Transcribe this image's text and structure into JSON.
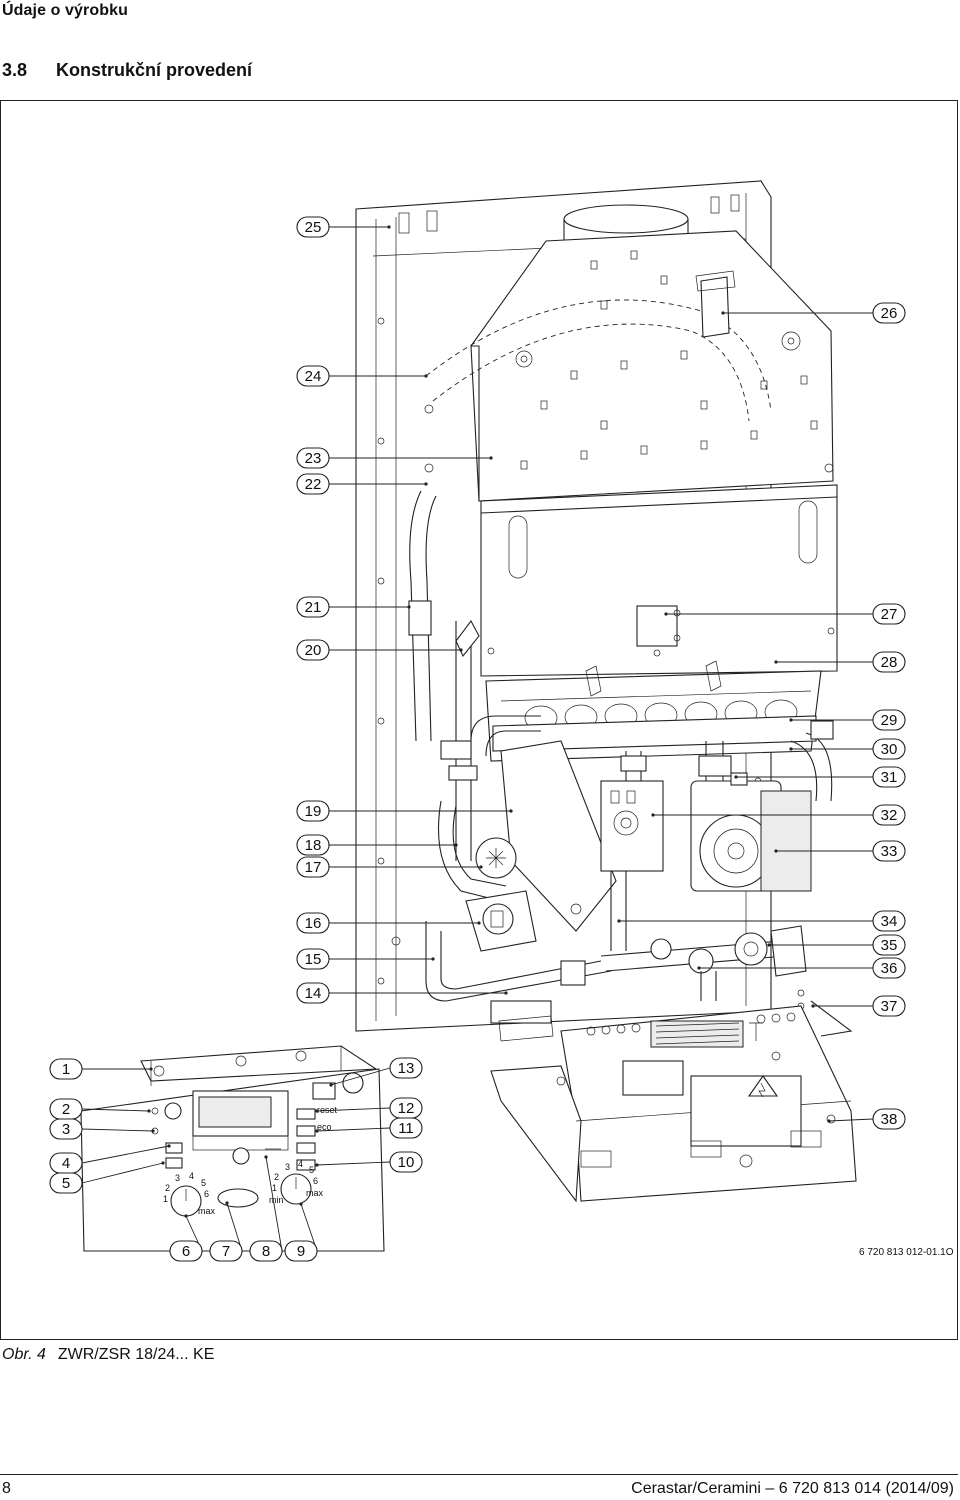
{
  "header": {
    "running_head": "Údaje o výrobku"
  },
  "section": {
    "number": "3.8",
    "title": "Konstrukční provedení"
  },
  "figure": {
    "code": "6 720 813 012-01.1O",
    "callouts": [
      "1",
      "2",
      "3",
      "4",
      "5",
      "6",
      "7",
      "8",
      "9",
      "10",
      "11",
      "12",
      "13",
      "14",
      "15",
      "16",
      "17",
      "18",
      "19",
      "20",
      "21",
      "22",
      "23",
      "24",
      "25",
      "26",
      "27",
      "28",
      "29",
      "30",
      "31",
      "32",
      "33",
      "34",
      "35",
      "36",
      "37",
      "38"
    ],
    "panel_labels": {
      "reset": "reset",
      "eco": "eco",
      "max": "max",
      "min": "min"
    },
    "dial_left_scale": [
      "1",
      "2",
      "3",
      "4",
      "5",
      "6"
    ],
    "dial_right_scale": [
      "1",
      "2",
      "3",
      "4",
      "5",
      "6"
    ]
  },
  "caption": {
    "label": "Obr. 4",
    "text": "ZWR/ZSR 18/24... KE"
  },
  "footer": {
    "page_number": "8",
    "doc": "Cerastar/Ceramini – 6 720 813 014 (2014/09)"
  }
}
